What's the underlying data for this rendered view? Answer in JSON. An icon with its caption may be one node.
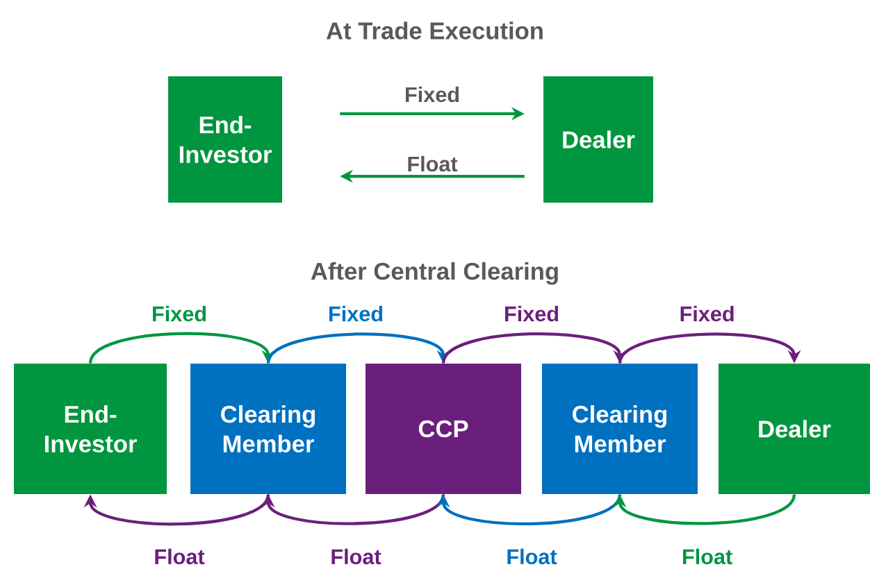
{
  "diagram": {
    "title": "At Trade Execution",
    "nodes": [
      {
        "text": [
          "End-Investor"
        ]
      },
      {
        "text": [
          "Dealer"
        ]
      },
      {
        "text": [
          "End-Investor"
        ]
      },
      {
        "text": [
          "Clearing Member"
        ]
      },
      {
        "text": [
          "CCP"
        ]
      },
      {
        "text": [
          "Clearing Member"
        ]
      },
      {
        "text": [
          "Dealer"
        ]
      }
    ],
    "edges": [
      {
        "from": 0,
        "to": 1,
        "arrow": "to",
        "label": "Fixed",
        "color": "#00963f"
      },
      {
        "from": 1,
        "to": 0,
        "arrow": "to",
        "label": "Float",
        "color": "#00963f"
      },
      {
        "from": 2,
        "to": 3,
        "arrow": "to",
        "label": "Fixed",
        "color": "#00963f"
      },
      {
        "from": 3,
        "to": 4,
        "arrow": "to",
        "label": "Fixed",
        "color": "#0070c0"
      },
      {
        "from": 4,
        "to": 5,
        "arrow": "to",
        "label": "Fixed",
        "color": "#6b1f7c"
      },
      {
        "from": 5,
        "to": 6,
        "arrow": "to",
        "label": "Fixed",
        "color": "#6b1f7c"
      },
      {
        "from": 3,
        "to": 2,
        "arrow": "to",
        "label": "Float",
        "color": "#6b1f7c"
      },
      {
        "from": 4,
        "to": 3,
        "arrow": "to",
        "label": "Float",
        "color": "#6b1f7c"
      },
      {
        "from": 5,
        "to": 4,
        "arrow": "to",
        "label": "Float",
        "color": "#0070c0"
      },
      {
        "from": 6,
        "to": 5,
        "arrow": "to",
        "label": "Float",
        "color": "#00963f"
      }
    ],
    "labels": [
      "After Central Clearing"
    ]
  }
}
